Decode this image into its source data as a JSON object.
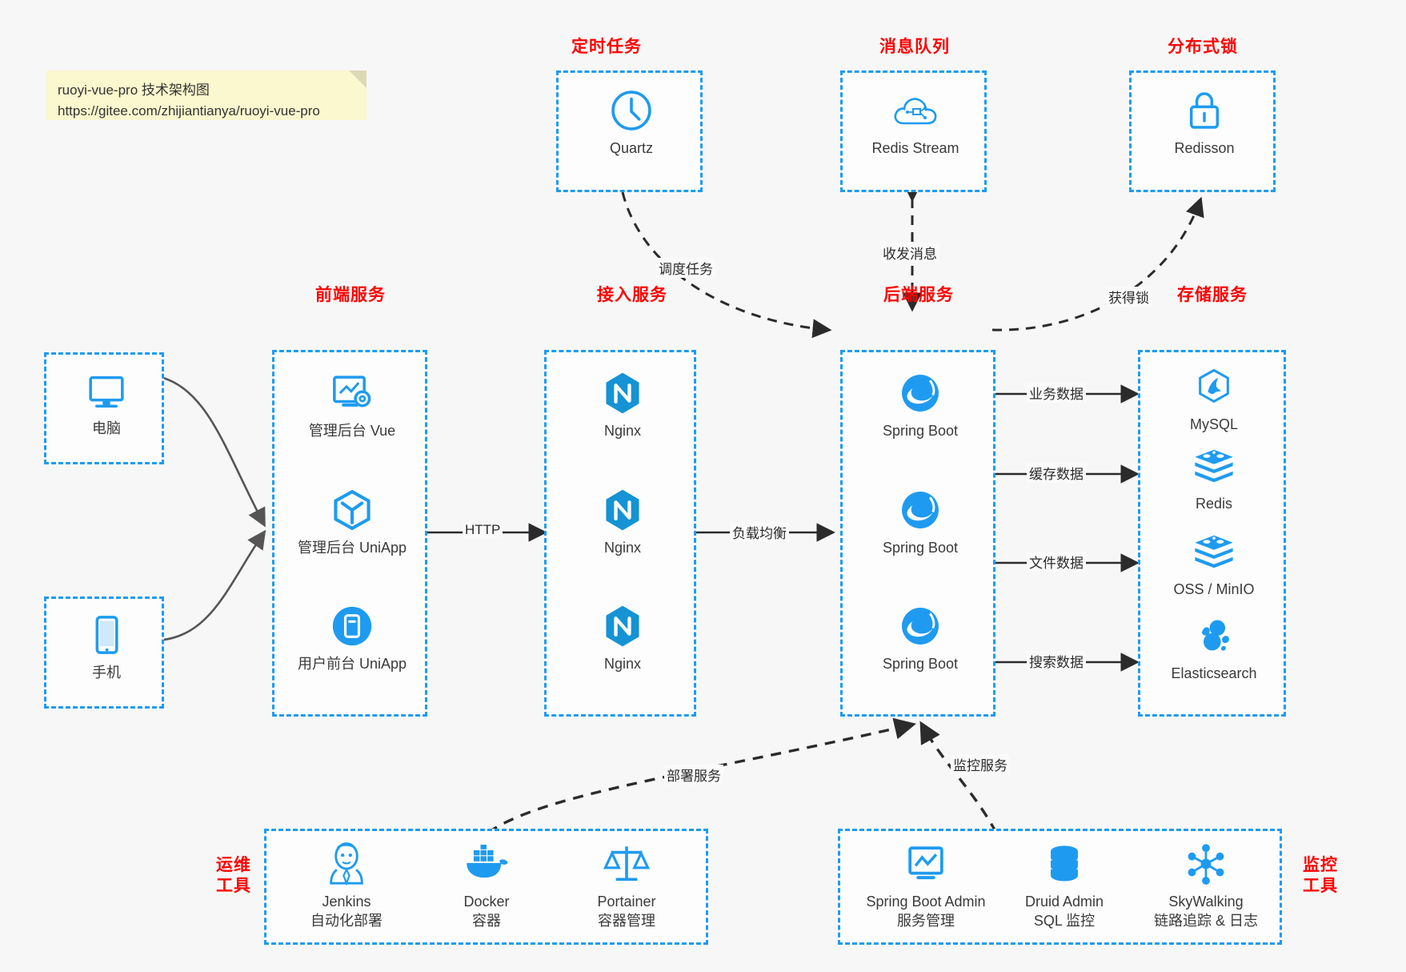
{
  "note": {
    "line1": "ruoyi-vue-pro 技术架构图",
    "line2": "https://gitee.com/zhijiantianya/ruoyi-vue-pro"
  },
  "colors": {
    "box_border": "#1e9bf0",
    "title": "#ff0000",
    "icon": "#1e9bf0",
    "background": "#f7f7f7",
    "note_bg": "#fbf7ce",
    "arrow": "#2b2b2b",
    "curve": "#555555"
  },
  "groups": {
    "scheduled_task": {
      "title": "定时任务",
      "nodes": [
        {
          "label": "Quartz",
          "icon": "clock-icon"
        }
      ]
    },
    "message_queue": {
      "title": "消息队列",
      "nodes": [
        {
          "label": "Redis Stream",
          "icon": "cloud-stream-icon"
        }
      ]
    },
    "distributed_lock": {
      "title": "分布式锁",
      "nodes": [
        {
          "label": "Redisson",
          "icon": "lock-icon"
        }
      ]
    },
    "clients": {
      "nodes": [
        {
          "label": "电脑",
          "icon": "desktop-icon"
        },
        {
          "label": "手机",
          "icon": "mobile-icon"
        }
      ]
    },
    "frontend": {
      "title": "前端服务",
      "nodes": [
        {
          "label": "管理后台 Vue",
          "icon": "dashboard-icon"
        },
        {
          "label": "管理后台 UniApp",
          "icon": "cube-icon"
        },
        {
          "label": "用户前台 UniApp",
          "icon": "app-icon"
        }
      ]
    },
    "gateway": {
      "title": "接入服务",
      "nodes": [
        {
          "label": "Nginx",
          "icon": "nginx-icon"
        },
        {
          "label": "Nginx",
          "icon": "nginx-icon"
        },
        {
          "label": "Nginx",
          "icon": "nginx-icon"
        }
      ]
    },
    "backend": {
      "title": "后端服务",
      "nodes": [
        {
          "label": "Spring Boot",
          "icon": "spring-icon"
        },
        {
          "label": "Spring Boot",
          "icon": "spring-icon"
        },
        {
          "label": "Spring Boot",
          "icon": "spring-icon"
        }
      ]
    },
    "storage": {
      "title": "存储服务",
      "nodes": [
        {
          "label": "MySQL",
          "icon": "mysql-icon"
        },
        {
          "label": "Redis",
          "icon": "redis-icon"
        },
        {
          "label": "OSS / MinIO",
          "icon": "oss-icon"
        },
        {
          "label": "Elasticsearch",
          "icon": "elasticsearch-icon"
        }
      ]
    },
    "devops": {
      "title_line1": "运维",
      "title_line2": "工具",
      "nodes": [
        {
          "label": "Jenkins",
          "sub": "自动化部署",
          "icon": "jenkins-icon"
        },
        {
          "label": "Docker",
          "sub": "容器",
          "icon": "docker-icon"
        },
        {
          "label": "Portainer",
          "sub": "容器管理",
          "icon": "scales-icon"
        }
      ]
    },
    "monitor": {
      "title_line1": "监控",
      "title_line2": "工具",
      "nodes": [
        {
          "label": "Spring Boot Admin",
          "sub": "服务管理",
          "icon": "monitor-chart-icon"
        },
        {
          "label": "Druid Admin",
          "sub": "SQL 监控",
          "icon": "database-icon"
        },
        {
          "label": "SkyWalking",
          "sub": "链路追踪 & 日志",
          "icon": "skywalking-icon"
        }
      ]
    }
  },
  "edges": {
    "http": "HTTP",
    "load_balance": "负载均衡",
    "schedule_task": "调度任务",
    "send_receive_message": "收发消息",
    "acquire_lock": "获得锁",
    "business_data": "业务数据",
    "cache_data": "缓存数据",
    "file_data": "文件数据",
    "search_data": "搜索数据",
    "deploy_service": "部署服务",
    "monitor_service": "监控服务"
  }
}
